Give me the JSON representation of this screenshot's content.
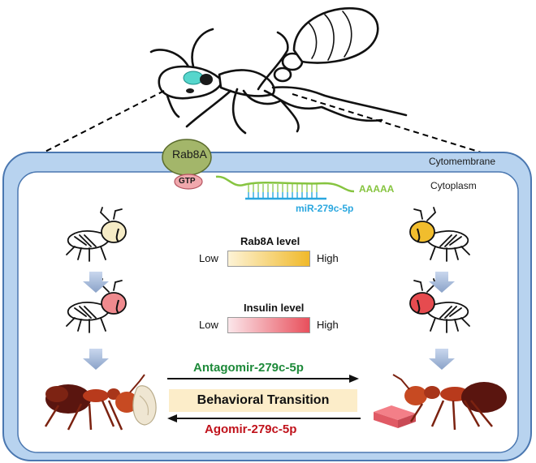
{
  "membrane_label": "Cytomembrane",
  "cytoplasm_label": "Cytoplasm",
  "protein": {
    "name": "Rab8A",
    "cofactor": "GTP"
  },
  "mirna": {
    "name": "miR-279c-5p",
    "poly_a": "AAAAA"
  },
  "rab8a_scale": {
    "title": "Rab8A level",
    "low": "Low",
    "high": "High",
    "color_low": "#fdf3d6",
    "color_high": "#f0b92a"
  },
  "insulin_scale": {
    "title": "Insulin level",
    "low": "Low",
    "high": "High",
    "color_low": "#fbe6ea",
    "color_high": "#e8505c"
  },
  "head_colors": {
    "low": "#f6ecc6",
    "insulin": "#ef8a8e",
    "high": "#f1bd2d",
    "red": "#e64b4f"
  },
  "transition": {
    "label": "Behavioral Transition",
    "forward": "Antagomir-279c-5p",
    "reverse": "Agomir-279c-5p",
    "forward_color": "#1e8a3a",
    "reverse_color": "#c0121b"
  },
  "colors": {
    "membrane": "#b8d3ef",
    "membrane_border": "#4a77b0",
    "protein": "#a3b66a",
    "gtp": "#f0a8ad",
    "mirna": "#2aa7df",
    "mrna": "#86c440"
  }
}
